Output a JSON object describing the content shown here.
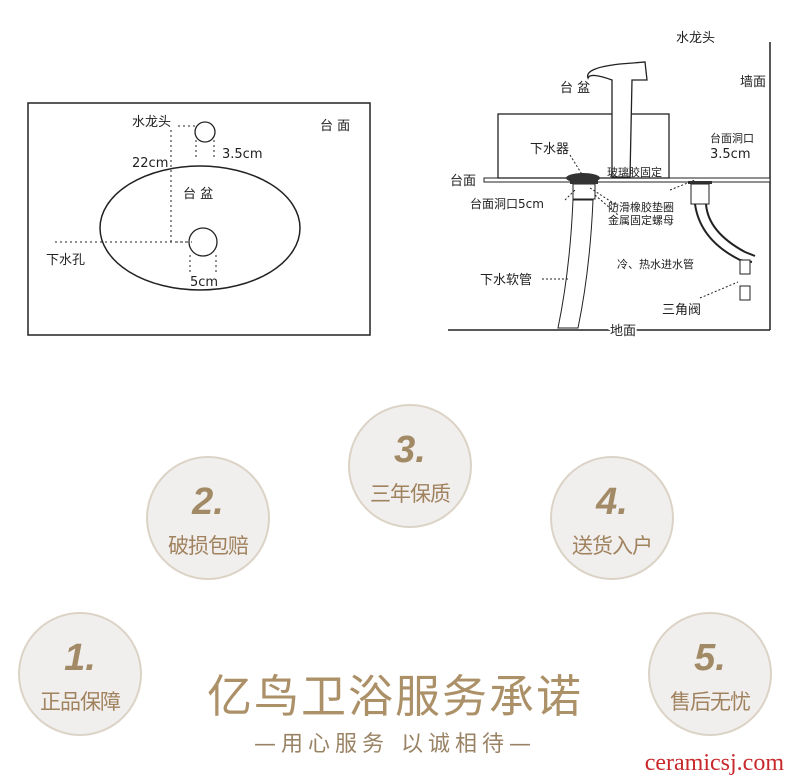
{
  "top_view": {
    "faucet_label": "水龙头",
    "faucet_hole": "3.5cm",
    "distance": "22cm",
    "counter_label": "台 面",
    "basin_label": "台 盆",
    "drain_label": "下水孔",
    "drain_hole": "5cm"
  },
  "side_view": {
    "faucet_label": "水龙头",
    "basin_label": "台 盆",
    "wall_label": "墙面",
    "drain_label": "下水器",
    "glue_label": "玻璃胶固定",
    "counter_label": "台面",
    "faucet_hole_label": "台面洞口",
    "faucet_hole_size": "3.5cm",
    "drain_hole_label": "台面洞口5cm",
    "gasket_label": "防滑橡胶垫圈",
    "nut_label": "金属固定螺母",
    "inlet_label": "冷、热水进水管",
    "hose_label": "下水软管",
    "valve_label": "三角阀",
    "floor_label": "地面"
  },
  "promises": [
    {
      "num": "1.",
      "label": "正品保障"
    },
    {
      "num": "2.",
      "label": "破损包赔"
    },
    {
      "num": "3.",
      "label": "三年保质"
    },
    {
      "num": "4.",
      "label": "送货入户"
    },
    {
      "num": "5.",
      "label": "售后无忧"
    }
  ],
  "title": "亿鸟卫浴服务承诺",
  "subtitle": "—用心服务 以诚相待—",
  "watermark": "ceramicsj.com"
}
